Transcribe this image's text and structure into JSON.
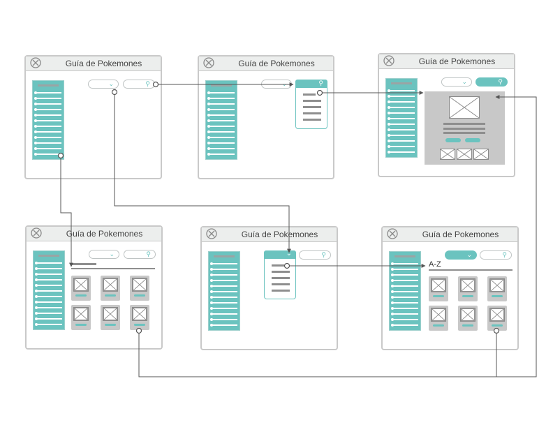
{
  "screens": [
    {
      "id": "s1",
      "title": "Guía de Pokemones"
    },
    {
      "id": "s2",
      "title": "Guía de Pokemones"
    },
    {
      "id": "s3",
      "title": "Guía de Pokemones"
    },
    {
      "id": "s4",
      "title": "Guía de Pokemones"
    },
    {
      "id": "s5",
      "title": "Guía de Pokemones"
    },
    {
      "id": "s6",
      "title": "Guía de Pokemones",
      "sort_label": "A-Z"
    }
  ],
  "icons": {
    "close": "close-icon",
    "search": "search-icon",
    "dropdown": "chevron-down-icon",
    "image_placeholder": "image-placeholder-icon"
  },
  "colors": {
    "accent": "#6bc3bf",
    "frame_border": "#c9c9c9",
    "titlebar_bg": "#eceeed",
    "placeholder_gray": "#c8c8c8",
    "connector": "#555555"
  }
}
